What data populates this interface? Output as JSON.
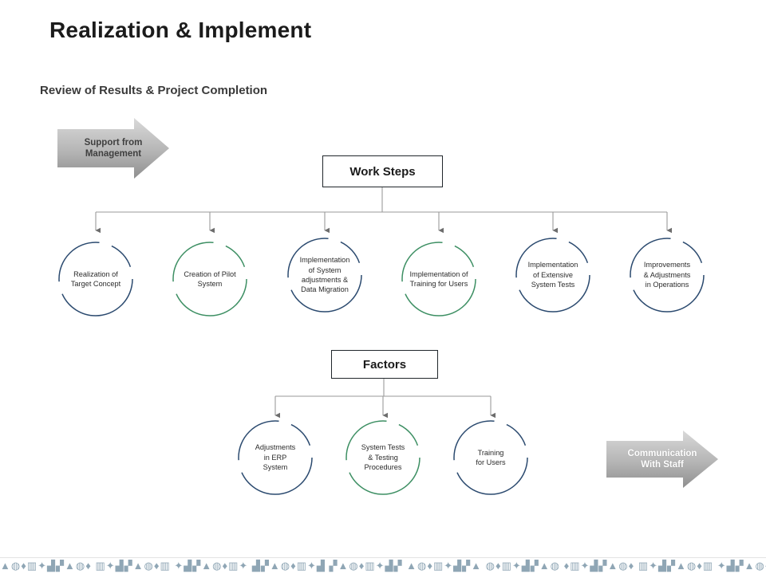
{
  "slide": {
    "title": "Realization & Implement",
    "subtitle": "Review of Results & Project Completion"
  },
  "banners": [
    {
      "name": "support-from-management",
      "line1": "Support from",
      "line2": "Management",
      "color": "#a6a6a6"
    },
    {
      "name": "communication-with-staff",
      "line1": "Communication",
      "line2": "With Staff",
      "color": "#a6a6a6"
    }
  ],
  "boxes": {
    "work_steps": "Work Steps",
    "factors": "Factors"
  },
  "work_steps_nodes": [
    {
      "text": "Realization of\nTarget Concept",
      "color": "#2b4a6f"
    },
    {
      "text": "Creation of Pilot\nSystem",
      "color": "#3d8f63"
    },
    {
      "text": "Implementation\nof System\nadjustments &\nData Migration",
      "color": "#2b4a6f"
    },
    {
      "text": "Implementation  of\nTraining  for Users",
      "color": "#3d8f63"
    },
    {
      "text": "Implementation\nof Extensive\nSystem Tests",
      "color": "#2b4a6f"
    },
    {
      "text": "Improvements\n& Adjustments\nin Operations",
      "color": "#2b4a6f"
    }
  ],
  "factors_nodes": [
    {
      "text": "Adjustments\nin ERP\nSystem",
      "color": "#2b4a6f"
    },
    {
      "text": "System Tests\n& Testing\nProcedures",
      "color": "#3d8f63"
    },
    {
      "text": "Training\nfor Users",
      "color": "#2b4a6f"
    }
  ],
  "footer": {
    "strip": "▲◍♦▥✦▟▞▲◍♦ ▥✦▟▞▲◍♦▥ ✦▟▞▲◍♦▥✦ ▟▞▲◍♦▥✦▟ ▞▲◍♦▥✦▟▞ ▲◍♦▥✦▟▞▲ ◍♦▥✦▟▞▲◍ ♦▥✦▟▞▲◍♦ ▥✦▟▞▲◍♦▥ ✦▟▞▲◍♦▥✦▟▞"
  }
}
